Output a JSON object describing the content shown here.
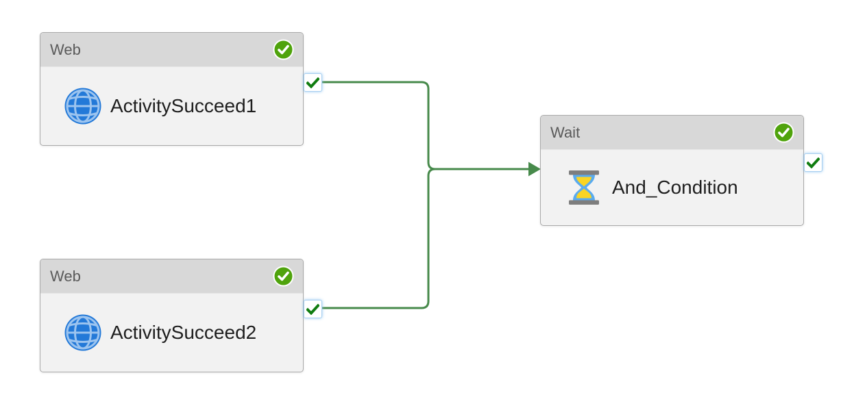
{
  "colors": {
    "canvas_bg": "#ffffff",
    "node_border": "#a9a9a9",
    "node_header_bg": "#d8d8d8",
    "node_body_bg": "#f2f2f2",
    "header_text": "#5a5a5a",
    "name_text": "#1e1e1e",
    "status_badge_green": "#4fa30c",
    "connector_green": "#478a4b",
    "port_check_green": "#107c10",
    "port_border_blue": "#a8cff0",
    "globe_blue": "#2379d8",
    "globe_line_blue": "#9cc4ef",
    "hourglass_glass_blue": "#5aabee",
    "hourglass_sand_yellow": "#f9d423",
    "hourglass_bar_gray": "#7e7e7e"
  },
  "nodes": [
    {
      "type_label": "Web",
      "name": "ActivitySucceed1",
      "icon": "globe-icon",
      "status": "succeeded"
    },
    {
      "type_label": "Web",
      "name": "ActivitySucceed2",
      "icon": "globe-icon",
      "status": "succeeded"
    },
    {
      "type_label": "Wait",
      "name": "And_Condition",
      "icon": "hourglass-icon",
      "status": "succeeded"
    }
  ],
  "connections": [
    {
      "from": "ActivitySucceed1",
      "condition": "success",
      "to": "And_Condition"
    },
    {
      "from": "ActivitySucceed2",
      "condition": "success",
      "to": "And_Condition"
    }
  ]
}
